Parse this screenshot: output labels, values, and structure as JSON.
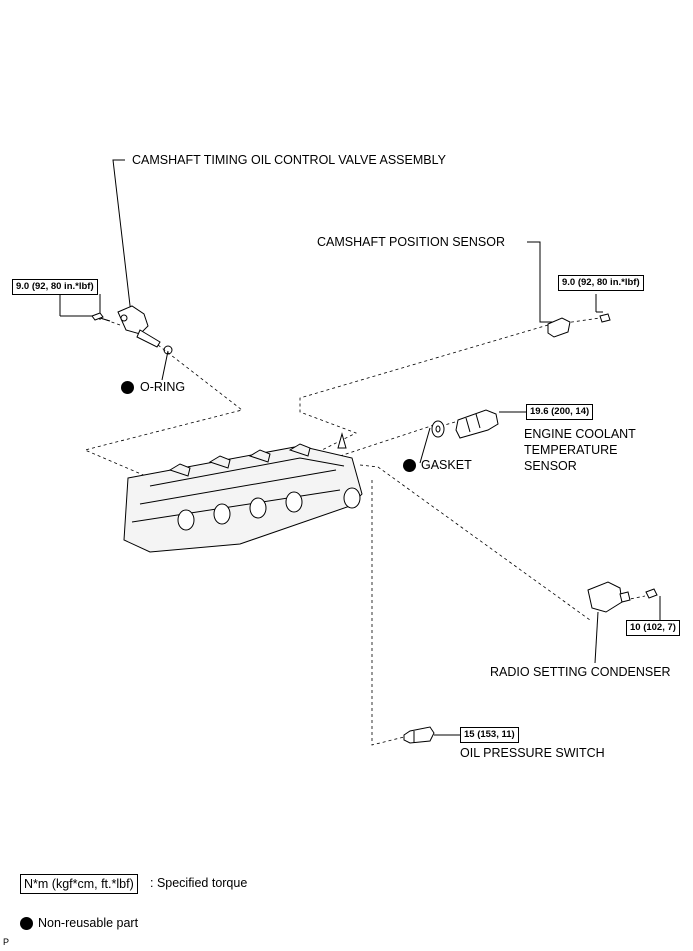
{
  "labels": {
    "cam_valve": "CAMSHAFT TIMING OIL CONTROL VALVE ASSEMBLY",
    "cam_sensor": "CAMSHAFT POSITION SENSOR",
    "o_ring": "O-RING",
    "gasket": "GASKET",
    "coolant_sensor_1": "ENGINE COOLANT",
    "coolant_sensor_2": "TEMPERATURE",
    "coolant_sensor_3": "SENSOR",
    "radio_condenser": "RADIO SETTING CONDENSER",
    "oil_switch": "OIL PRESSURE SWITCH"
  },
  "torques": {
    "cam_valve_bolt": "9.0 (92, 80 in.*lbf)",
    "cam_sensor_bolt": "9.0 (92, 80 in.*lbf)",
    "coolant_sensor": "19.6 (200, 14)",
    "condenser_bolt": "10 (102, 7)",
    "oil_switch": "15 (153, 11)"
  },
  "legend": {
    "torque_units": "N*m (kgf*cm, ft.*lbf)",
    "torque_desc": ": Specified torque",
    "nonreusable_desc": "Non-reusable part"
  },
  "corner_mark": "P"
}
